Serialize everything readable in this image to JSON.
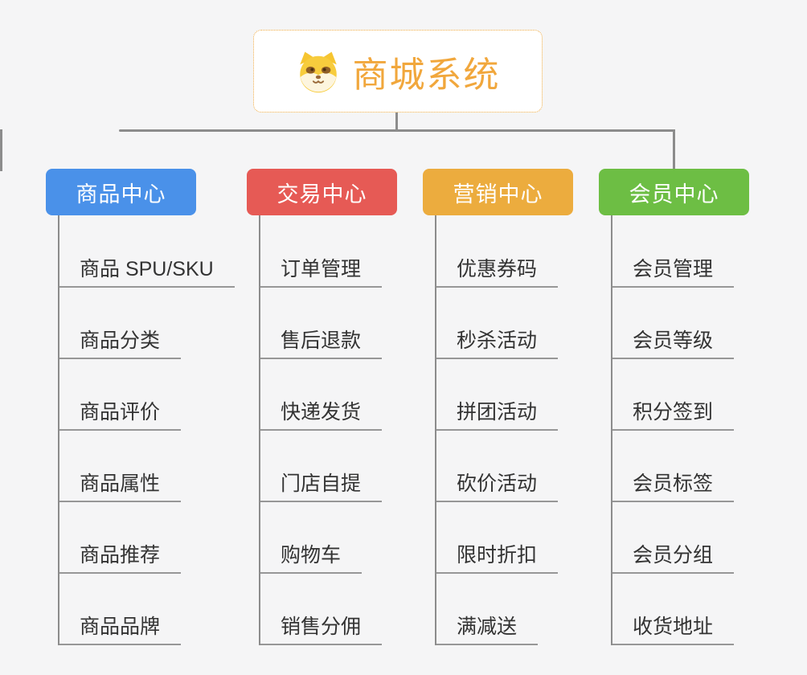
{
  "root": {
    "title": "商城系统",
    "icon": "dog-icon",
    "accent_color": "#F1A73C"
  },
  "connector_color": "#8C8C8C",
  "branches": [
    {
      "label": "商品中心",
      "color": "#4A91E9",
      "children": [
        "商品 SPU/SKU",
        "商品分类",
        "商品评价",
        "商品属性",
        "商品推荐",
        "商品品牌"
      ]
    },
    {
      "label": "交易中心",
      "color": "#E65A55",
      "children": [
        "订单管理",
        "售后退款",
        "快递发货",
        "门店自提",
        "购物车",
        "销售分佣"
      ]
    },
    {
      "label": "营销中心",
      "color": "#ECAC3E",
      "children": [
        "优惠券码",
        "秒杀活动",
        "拼团活动",
        "砍价活动",
        "限时折扣",
        "满减送"
      ]
    },
    {
      "label": "会员中心",
      "color": "#6DBE44",
      "children": [
        "会员管理",
        "会员等级",
        "积分签到",
        "会员标签",
        "会员分组",
        "收货地址"
      ]
    }
  ]
}
